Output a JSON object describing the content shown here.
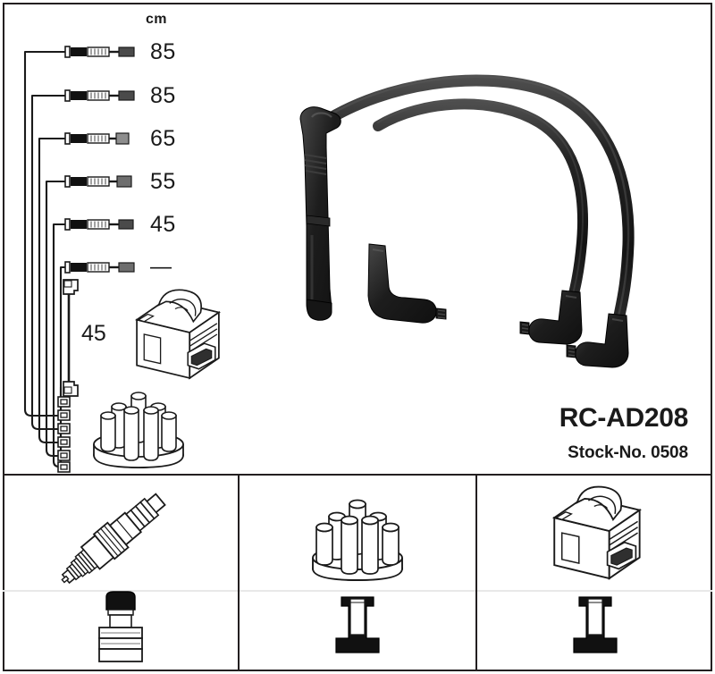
{
  "product": {
    "name": "RC-AD208",
    "stock_label": "Stock-No. 0508"
  },
  "schematic": {
    "unit_label": "cm",
    "coil_cable_length": "45",
    "cables": [
      {
        "label": "85",
        "index": 1
      },
      {
        "label": "85",
        "index": 2
      },
      {
        "label": "65",
        "index": 3
      },
      {
        "label": "55",
        "index": 4
      },
      {
        "label": "45",
        "index": 5
      },
      {
        "label": "—",
        "index": 6
      }
    ]
  },
  "main_illustrations": {
    "ignition_coil": "ignition-coil-drawing",
    "distributor_cap": "distributor-cap-drawing",
    "cable_photo": "ignition-cable-set-photo"
  },
  "bottom_panels": [
    {
      "top_icon": "spark-plug-icon",
      "bottom_icon": "spark-plug-boot-terminal-icon"
    },
    {
      "top_icon": "distributor-cap-icon",
      "bottom_icon": "straight-terminal-icon"
    },
    {
      "top_icon": "ignition-coil-icon",
      "bottom_icon": "straight-terminal-icon"
    }
  ],
  "colors": {
    "line": "#231f20",
    "background": "#ffffff",
    "cable": "#1b1b1b",
    "divider": "#e8e8e8"
  }
}
